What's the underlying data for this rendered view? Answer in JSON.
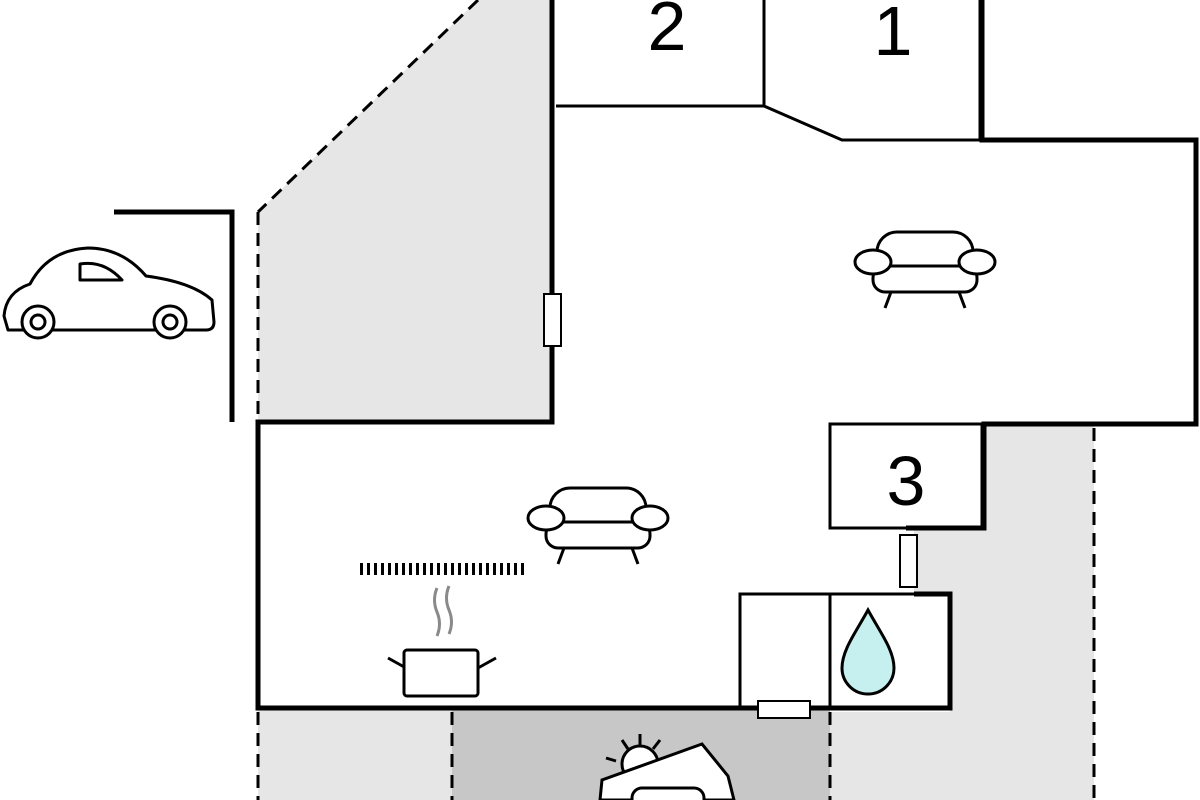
{
  "colors": {
    "wall": "#000000",
    "background": "#ffffff",
    "outdoor_area": "#e6e6e6",
    "terrace": "#c7c7c7",
    "water_drop": "#c6f0f0"
  },
  "rooms": [
    {
      "id": "room-2",
      "label": "2",
      "type": "bedroom"
    },
    {
      "id": "room-1",
      "label": "1",
      "type": "bedroom"
    },
    {
      "id": "room-3",
      "label": "3",
      "type": "bedroom"
    }
  ],
  "icons": [
    "car-icon",
    "armchair-icon",
    "kitchen-pot-icon",
    "radiator-icon",
    "water-drop-icon",
    "sunbed-icon",
    "door-icon"
  ]
}
